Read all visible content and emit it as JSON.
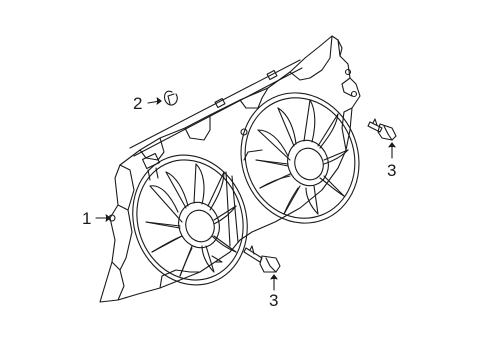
{
  "callouts": [
    {
      "id": "1",
      "label": "1"
    },
    {
      "id": "2",
      "label": "2"
    },
    {
      "id": "3a",
      "label": "3"
    },
    {
      "id": "3b",
      "label": "3"
    }
  ]
}
